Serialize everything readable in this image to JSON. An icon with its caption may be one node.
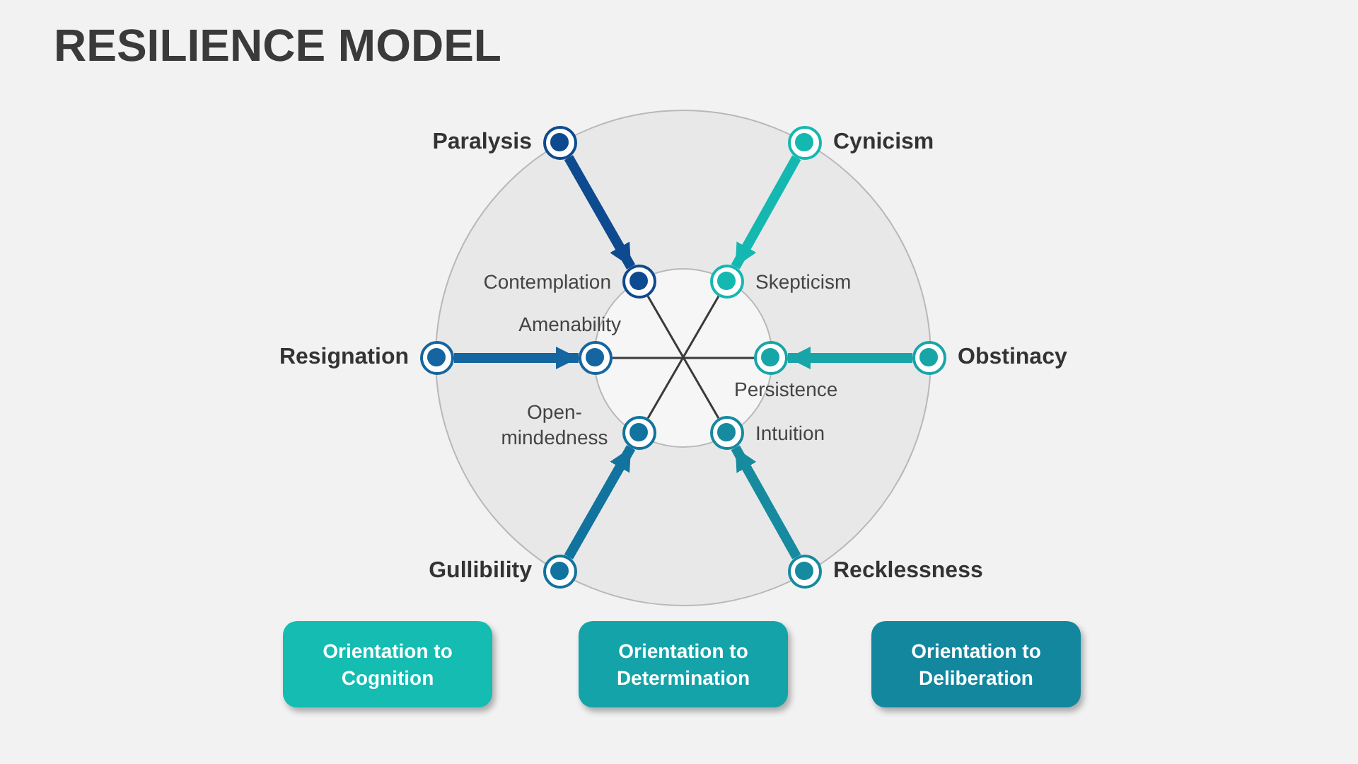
{
  "diagram": {
    "title": "RESILIENCE MODEL",
    "nodes": [
      {
        "text": [
          "Paralysis"
        ]
      },
      {
        "text": [
          "Cynicism"
        ]
      },
      {
        "text": [
          "Contemplation"
        ]
      },
      {
        "text": [
          "Skepticism"
        ]
      },
      {
        "text": [
          "Resignation"
        ]
      },
      {
        "text": [
          "Amenability"
        ]
      },
      {
        "text": [
          "Persistence"
        ]
      },
      {
        "text": [
          "Obstinacy"
        ]
      },
      {
        "text": [
          "Open-mindedness"
        ]
      },
      {
        "text": [
          "Intuition"
        ]
      },
      {
        "text": [
          "Gullibility"
        ]
      },
      {
        "text": [
          "Recklessness"
        ]
      },
      {
        "text": [
          "Orientation to Cognition"
        ]
      },
      {
        "text": [
          "Orientation to Determination"
        ]
      },
      {
        "text": [
          "Orientation to Deliberation"
        ]
      }
    ],
    "edges": [
      {
        "from": 0,
        "to": 2,
        "arrow": "to",
        "color": "#0e4a8f"
      },
      {
        "from": 1,
        "to": 3,
        "arrow": "to",
        "color": "#14b8b0"
      },
      {
        "from": 4,
        "to": 5,
        "arrow": "to",
        "color": "#1565a0"
      },
      {
        "from": 7,
        "to": 6,
        "arrow": "to",
        "color": "#17a5a8"
      },
      {
        "from": 10,
        "to": 8,
        "arrow": "to",
        "color": "#11739e"
      },
      {
        "from": 11,
        "to": 9,
        "arrow": "to",
        "color": "#168a9e"
      },
      {
        "from": 2,
        "to": 9,
        "arrow": "none"
      },
      {
        "from": 3,
        "to": 8,
        "arrow": "none"
      },
      {
        "from": 5,
        "to": 6,
        "arrow": "none"
      }
    ]
  }
}
